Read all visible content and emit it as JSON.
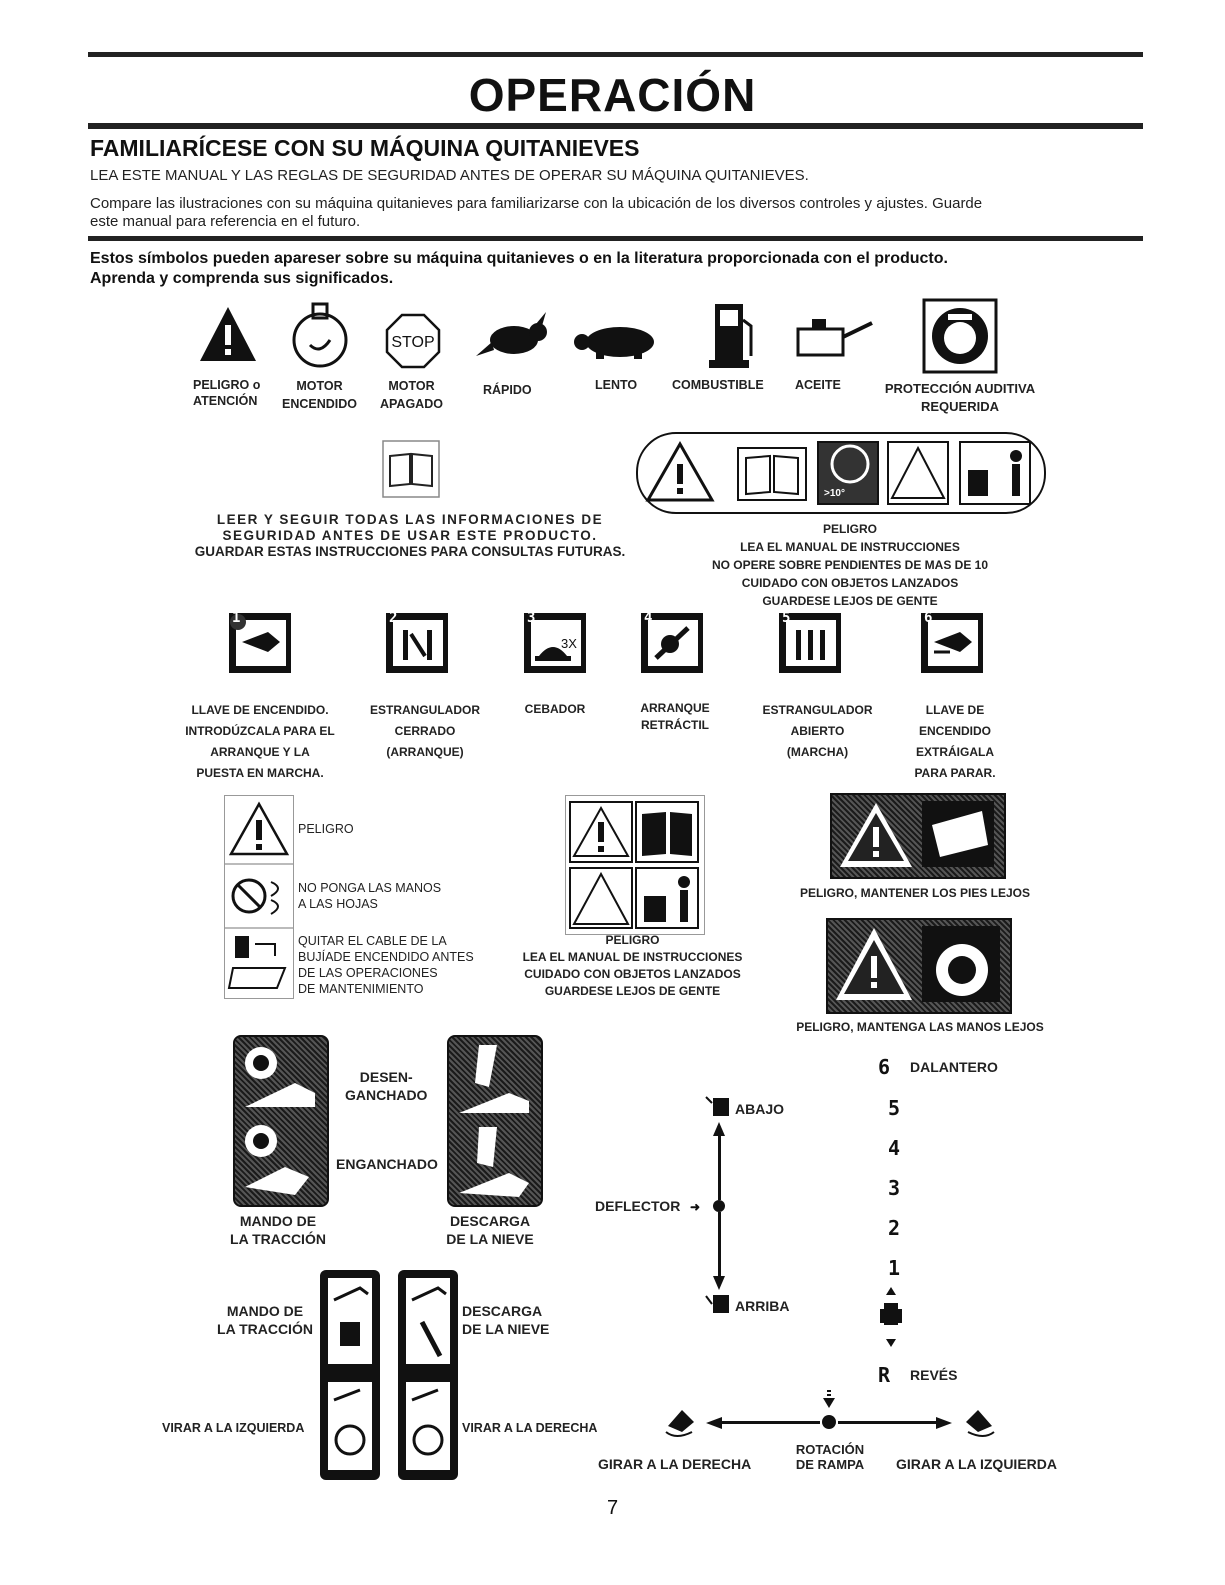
{
  "title": "OPERACIÓN",
  "section_heading": "FAMILIARÍCESE CON SU MÁQUINA QUITANIEVES",
  "intro_line1": "LEA ESTE MANUAL Y LAS REGLAS DE SEGURIDAD ANTES DE OPERAR SU MÁQUINA QUITANIEVES.",
  "intro_line2a": "Compare las ilustraciones con su máquina quitanieves para familiarizarse con la ubicación de los diversos controles y ajustes. Guarde",
  "intro_line2b": "este manual para referencia en el futuro.",
  "symbols_line1": "Estos símbolos pueden apareser sobre su máquina quitanieves o en la literatura proporcionada con el producto.",
  "symbols_line2": "Aprenda y comprenda sus significados.",
  "icons_row1": {
    "peligro": [
      "PELIGRO o",
      "ATENCIÓN"
    ],
    "motor_on": [
      "MOTOR",
      "ENCENDIDO"
    ],
    "motor_off": [
      "MOTOR",
      "APAGADO"
    ],
    "stop_text": "STOP",
    "rapido": "RÁPIDO",
    "lento": "LENTO",
    "combustible": "COMBUSTIBLE",
    "aceite": "ACEITE",
    "proteccion": [
      "PROTECCIÓN AUDITIVA",
      "REQUERIDA"
    ]
  },
  "manual_block": {
    "line1": "LEER Y SEGUIR TODAS LAS INFORMACIONES DE",
    "line2": "SEGURIDAD ANTES DE USAR ESTE PRODUCTO.",
    "line3": "GUARDAR ESTAS INSTRUCCIONES PARA CONSULTAS FUTURAS."
  },
  "warning_strip": {
    "slope_label": ">10°",
    "lines": [
      "PELIGRO",
      "LEA EL MANUAL DE INSTRUCCIONES",
      "NO OPERE SOBRE PENDIENTES DE MAS DE 10",
      "CUIDADO CON OBJETOS LANZADOS",
      "GUARDESE LEJOS DE GENTE"
    ]
  },
  "steps": [
    {
      "num": "1",
      "lines": [
        "LLAVE DE ENCENDIDO.",
        "INTRODÚZCALA PARA EL",
        "ARRANQUE Y LA",
        "PUESTA EN MARCHA."
      ]
    },
    {
      "num": "2",
      "lines": [
        "ESTRANGULADOR",
        "CERRADO",
        "(ARRANQUE)"
      ]
    },
    {
      "num": "3",
      "badge": "3X",
      "lines": [
        "CEBADOR"
      ]
    },
    {
      "num": "4",
      "lines": [
        "ARRANQUE",
        "RETRÁCTIL"
      ]
    },
    {
      "num": "5",
      "lines": [
        "ESTRANGULADOR",
        "ABIERTO",
        "(MARCHA)"
      ]
    },
    {
      "num": "6",
      "lines": [
        "LLAVE DE",
        "ENCENDIDO",
        "EXTRÁIGALA",
        "PARA PARAR."
      ]
    }
  ],
  "danger_left": {
    "peligro": "PELIGRO",
    "manos": [
      "NO PONGA LAS MANOS",
      "A LAS HOJAS"
    ],
    "cable": [
      "QUITAR EL CABLE DE LA",
      "BUJÍADE ENCENDIDO ANTES",
      "DE LAS OPERACIONES",
      "DE MANTENIMIENTO"
    ]
  },
  "danger_center": [
    "PELIGRO",
    "LEA EL MANUAL DE INSTRUCCIONES",
    "CUIDADO CON OBJETOS LANZADOS",
    "GUARDESE LEJOS DE GENTE"
  ],
  "danger_feet": "PELIGRO, MANTENER LOS PIES LEJOS",
  "danger_hands": "PELIGRO, MANTENGA LAS MANOS LEJOS",
  "levers": {
    "desenganchado": [
      "DESEN-",
      "GANCHADO"
    ],
    "enganchado": "ENGANCHADO",
    "traccion": [
      "MANDO DE",
      "LA TRACCIÓN"
    ],
    "descarga": [
      "DESCARGA",
      "DE LA NIEVE"
    ]
  },
  "handles": {
    "traccion": [
      "MANDO DE",
      "LA TRACCIÓN"
    ],
    "descarga": [
      "DESCARGA",
      "DE LA NIEVE"
    ],
    "izquierda": "VIRAR A LA IZQUIERDA",
    "derecha": "VIRAR A LA DERECHA"
  },
  "deflector": {
    "label": "DEFLECTOR",
    "abajo": "ABAJO",
    "arriba": "ARRIBA"
  },
  "speeds": {
    "forward_label": "DALANTERO",
    "forward_glyph": "6",
    "levels": [
      "5",
      "4",
      "3",
      "2",
      "1"
    ],
    "reverse_glyph": "R",
    "reverse_label": "REVÉS"
  },
  "rotation": {
    "right": "GIRAR A LA DERECHA",
    "center": [
      "ROTACIÓN",
      "DE RAMPA"
    ],
    "left": "GIRAR A LA IZQUIERDA"
  },
  "page_number": "7"
}
